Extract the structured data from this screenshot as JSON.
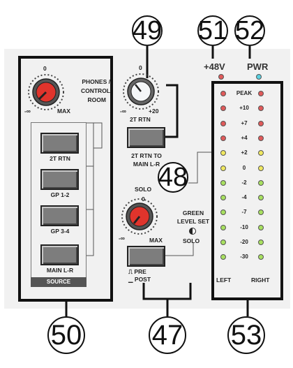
{
  "callouts": {
    "c47": "47",
    "c48": "48",
    "c49": "49",
    "c50": "50",
    "c51": "51",
    "c52": "52",
    "c53": "53"
  },
  "top_labels": {
    "phantom": "+48V",
    "power": "PWR"
  },
  "phones": {
    "knob_zero": "0",
    "knob_min": "-∞",
    "knob_max": "MAX",
    "title_line1": "PHONES /",
    "title_line2": "CONTROL",
    "title_line3": "ROOM",
    "source_label": "SOURCE",
    "buttons": [
      "2T RTN",
      "GP 1-2",
      "GP 3-4",
      "MAIN L-R"
    ]
  },
  "tape_return": {
    "knob_zero": "0",
    "knob_min": "-∞",
    "knob_max": "+20",
    "knob_label": "2T RTN",
    "button_label_line1": "2T RTN TO",
    "button_label_line2": "MAIN L-R"
  },
  "solo": {
    "title": "SOLO",
    "knob_zero": "0",
    "knob_min": "-∞",
    "knob_max": "MAX",
    "mode_pre": "PRE",
    "mode_post": "POST",
    "green_line1": "GREEN",
    "green_line2": "LEVEL SET",
    "solo_indicator": "SOLO"
  },
  "meter": {
    "levels": [
      "PEAK",
      "+10",
      "+7",
      "+4",
      "+2",
      "0",
      "-2",
      "-4",
      "-7",
      "-10",
      "-20",
      "-30"
    ],
    "led_colors": [
      "#e05a5a",
      "#e05a5a",
      "#e05a5a",
      "#e05a5a",
      "#f0e860",
      "#f0e860",
      "#a8e060",
      "#a8e060",
      "#a8e060",
      "#a8e060",
      "#a8e060",
      "#a8e060"
    ],
    "left_label": "LEFT",
    "right_label": "RIGHT",
    "phantom_led_color": "#e05a5a",
    "power_led_color": "#5ad0e0"
  }
}
